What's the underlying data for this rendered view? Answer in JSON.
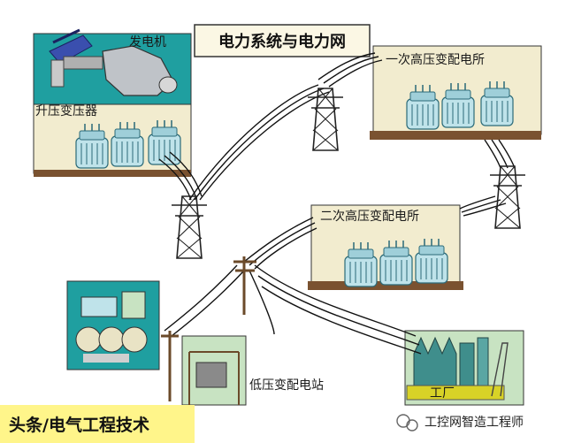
{
  "title": "电力系统与电力网",
  "nodes": {
    "generator": "发电机",
    "step_up_transformer": "升压变压器",
    "primary_substation": "一次高压变配电所",
    "secondary_substation": "二次高压变配电所",
    "low_voltage_substation": "低压变配电站",
    "factory": "工厂"
  },
  "footer": {
    "source_label": "头条/电气工程技术"
  },
  "watermark": {
    "label": "工控网智造工程师"
  },
  "colors": {
    "teal_panel": "#1f9fa0",
    "beige_panel": "#f2eccf",
    "green_panel": "#c8e3c2",
    "transformer": "#bfe3ea",
    "ground": "#7a5230",
    "footer_bg": "#fff58a",
    "line": "#111111"
  }
}
